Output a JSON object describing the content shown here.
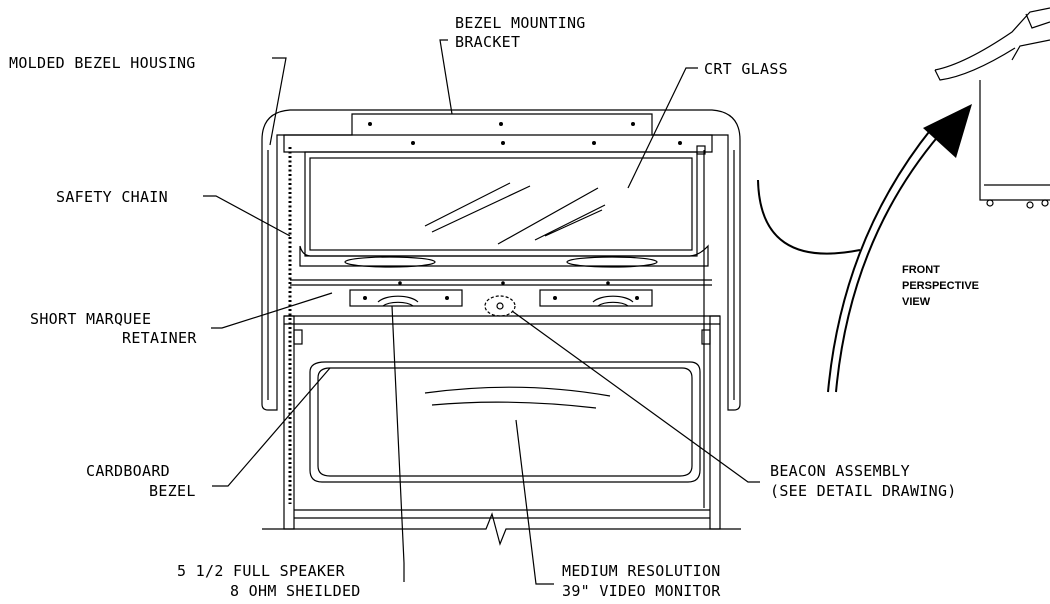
{
  "labels": {
    "molded_bezel_housing": "MOLDED BEZEL HOUSING",
    "bezel_mounting_bracket_1": "BEZEL MOUNTING",
    "bezel_mounting_bracket_2": "BRACKET",
    "crt_glass": "CRT GLASS",
    "safety_chain": "SAFETY CHAIN",
    "short_marquee_retainer_1": "SHORT MARQUEE",
    "short_marquee_retainer_2": "RETAINER",
    "cardboard_bezel_1": "CARDBOARD",
    "cardboard_bezel_2": "BEZEL",
    "beacon_assembly_1": "BEACON ASSEMBLY",
    "beacon_assembly_2": "(SEE DETAIL DRAWING)",
    "speaker_1": "5 1/2 FULL SPEAKER",
    "speaker_2": "8 OHM SHEILDED",
    "monitor_1": "MEDIUM RESOLUTION",
    "monitor_2": "39\" VIDEO MONITOR",
    "front_view_1": "FRONT",
    "front_view_2": "PERSPECTIVE",
    "front_view_3": "VIEW"
  }
}
